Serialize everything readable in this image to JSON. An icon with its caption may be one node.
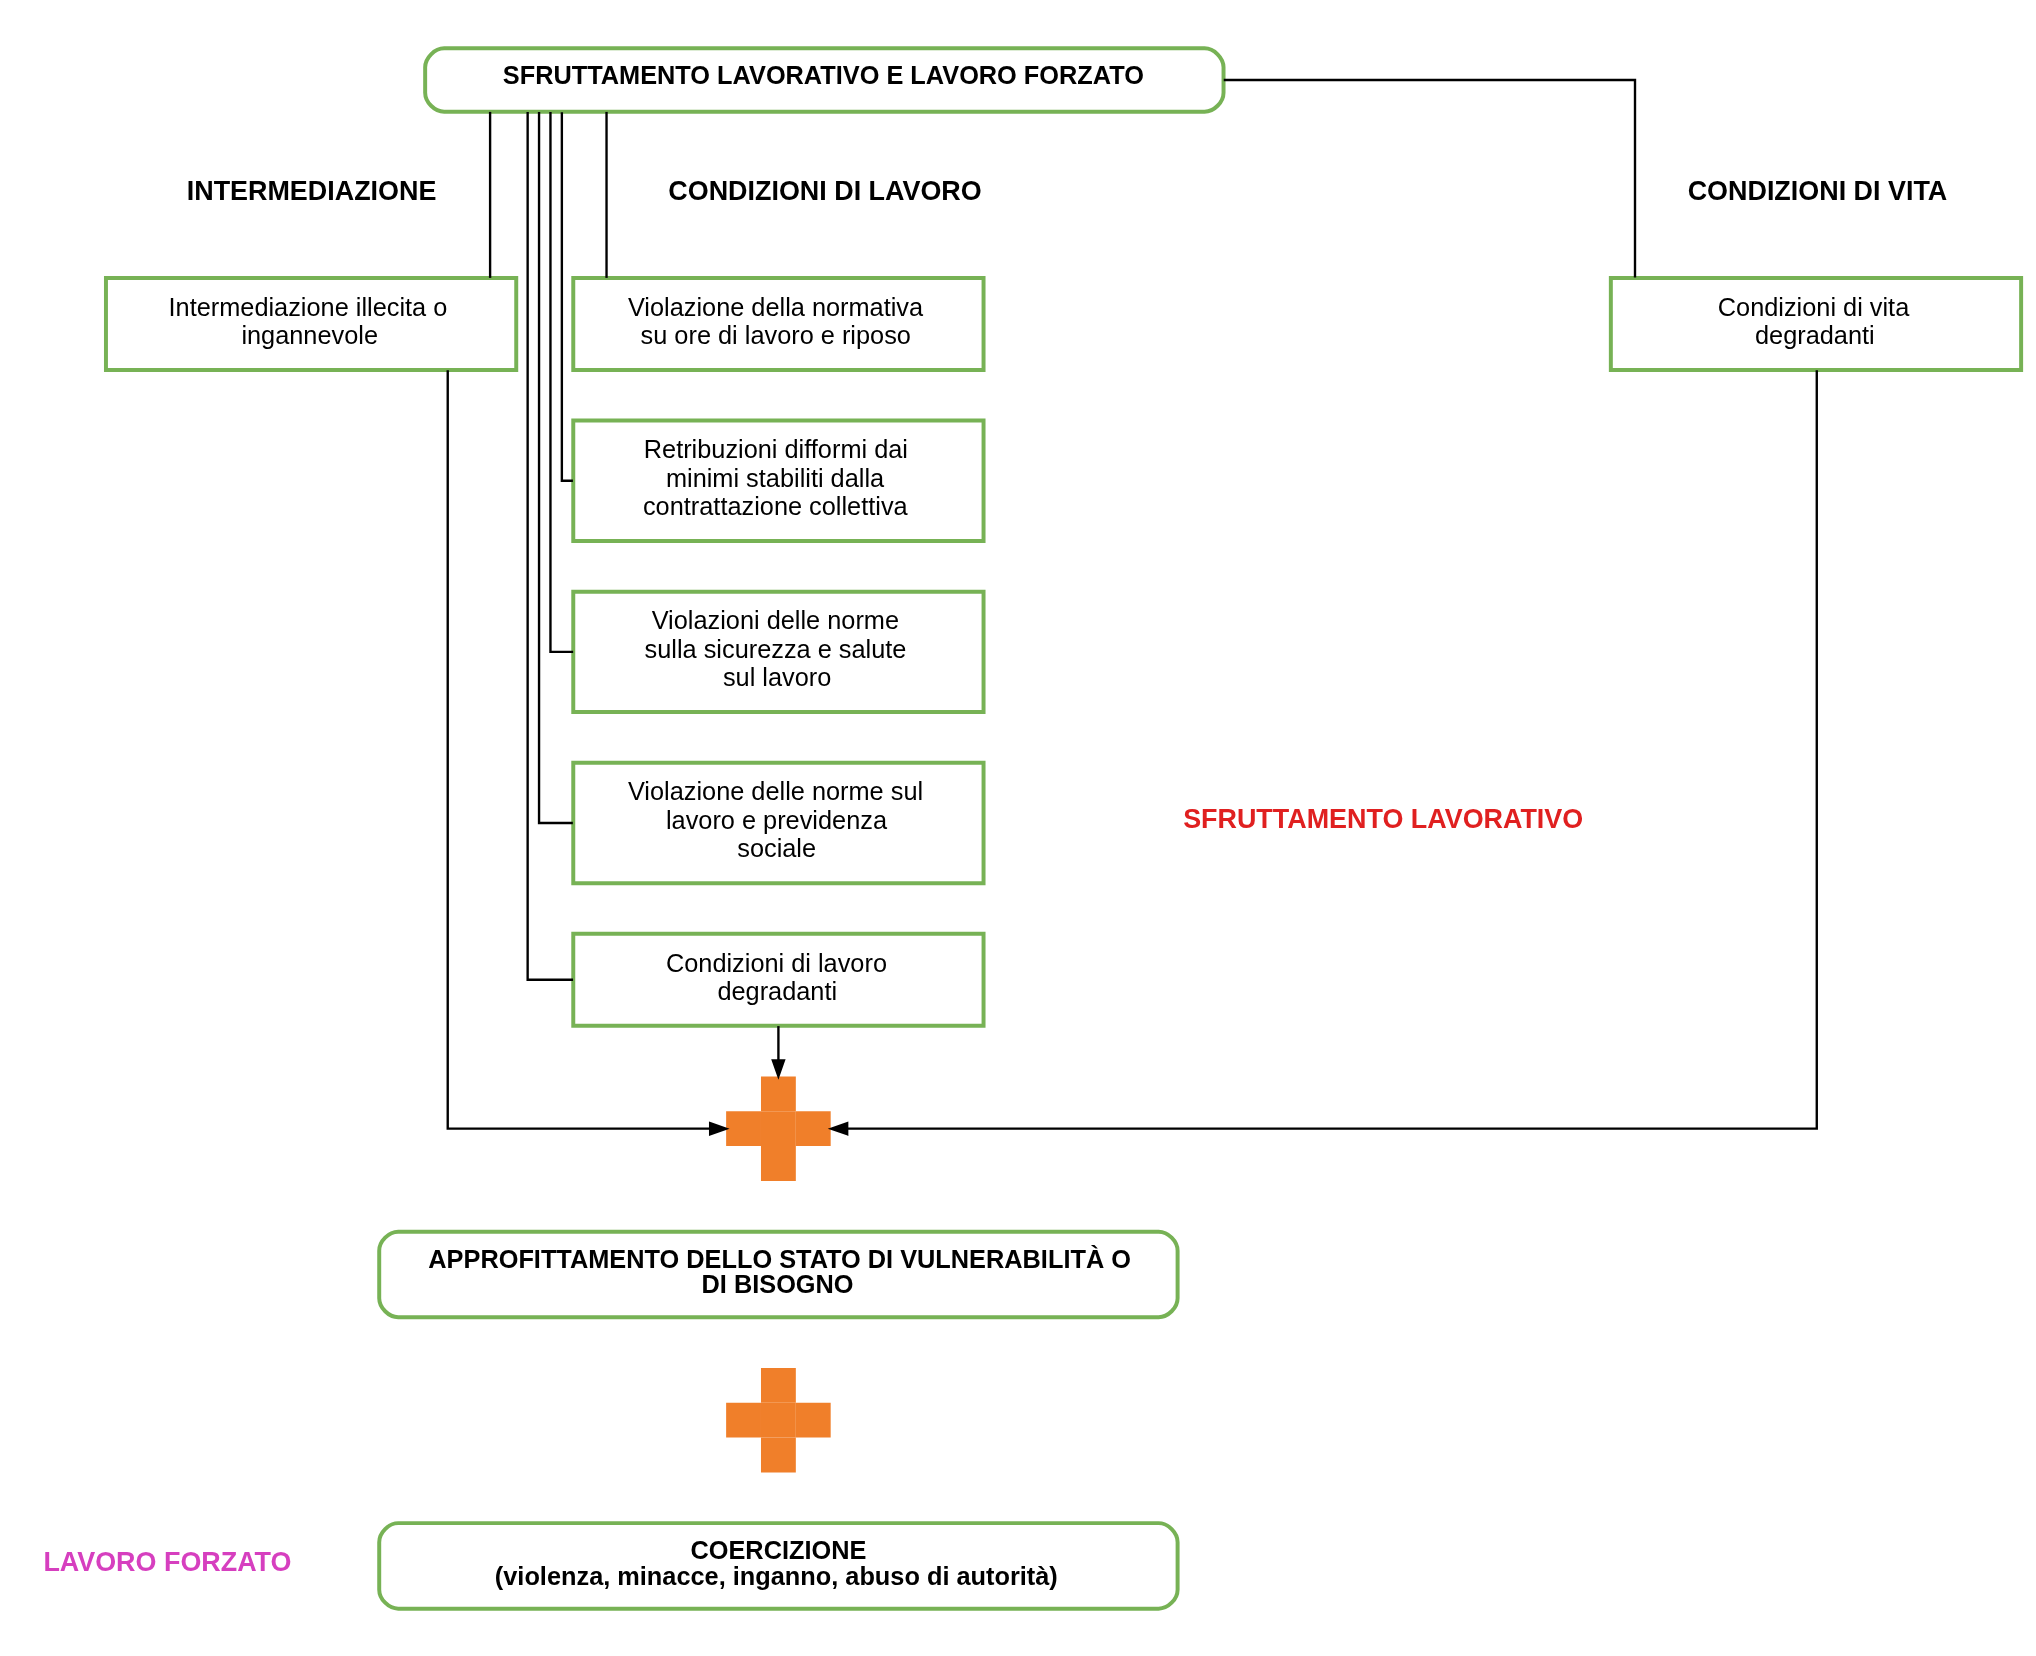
{
  "diagram": {
    "nodes": [
      {
        "text": [
          "SFRUTTAMENTO LAVORATIVO E LAVORO FORZATO"
        ]
      },
      {
        "text": [
          "Intermediazione illecita o ingannevole"
        ]
      },
      {
        "text": [
          "Violazione della normativa su ore di lavoro e riposo"
        ]
      },
      {
        "text": [
          "Retribuzioni difformi dai minimi stabiliti dalla contrattazione collettiva"
        ]
      },
      {
        "text": [
          "Violazioni delle norme sulla sicurezza e salute sul lavoro"
        ]
      },
      {
        "text": [
          "Violazione delle norme sul lavoro e previdenza sociale"
        ]
      },
      {
        "text": [
          "Condizioni di lavoro degradanti"
        ]
      },
      {
        "text": [
          "Condizioni di vita degradanti"
        ]
      },
      {
        "text": [],
        "shape": "cross"
      },
      {
        "text": [
          "APPROFITTAMENTO DELLO STATO DI VULNERABILITÀ O DI BISOGNO"
        ]
      },
      {
        "text": [],
        "shape": "cross"
      },
      {
        "text": [
          "COERCIZIONE",
          "(violenza, minacce, inganno, abuso di autorità)"
        ]
      }
    ],
    "edges": [
      {
        "from": 0,
        "to": 1,
        "arrow": "none"
      },
      {
        "from": 0,
        "to": 2,
        "arrow": "none"
      },
      {
        "from": 0,
        "to": 3,
        "arrow": "none"
      },
      {
        "from": 0,
        "to": 4,
        "arrow": "none"
      },
      {
        "from": 0,
        "to": 5,
        "arrow": "none"
      },
      {
        "from": 0,
        "to": 6,
        "arrow": "none"
      },
      {
        "from": 0,
        "to": 7,
        "arrow": "none"
      },
      {
        "from": 1,
        "to": 8,
        "arrow": "to"
      },
      {
        "from": 6,
        "to": 8,
        "arrow": "to"
      },
      {
        "from": 7,
        "to": 8,
        "arrow": "to"
      }
    ],
    "labels": [
      "INTERMEDIAZIONE",
      "CONDIZIONI DI LAVORO",
      "CONDIZIONI DI VITA",
      "SFRUTTAMENTO LAVORATIVO",
      "LAVORO FORZATO"
    ]
  }
}
